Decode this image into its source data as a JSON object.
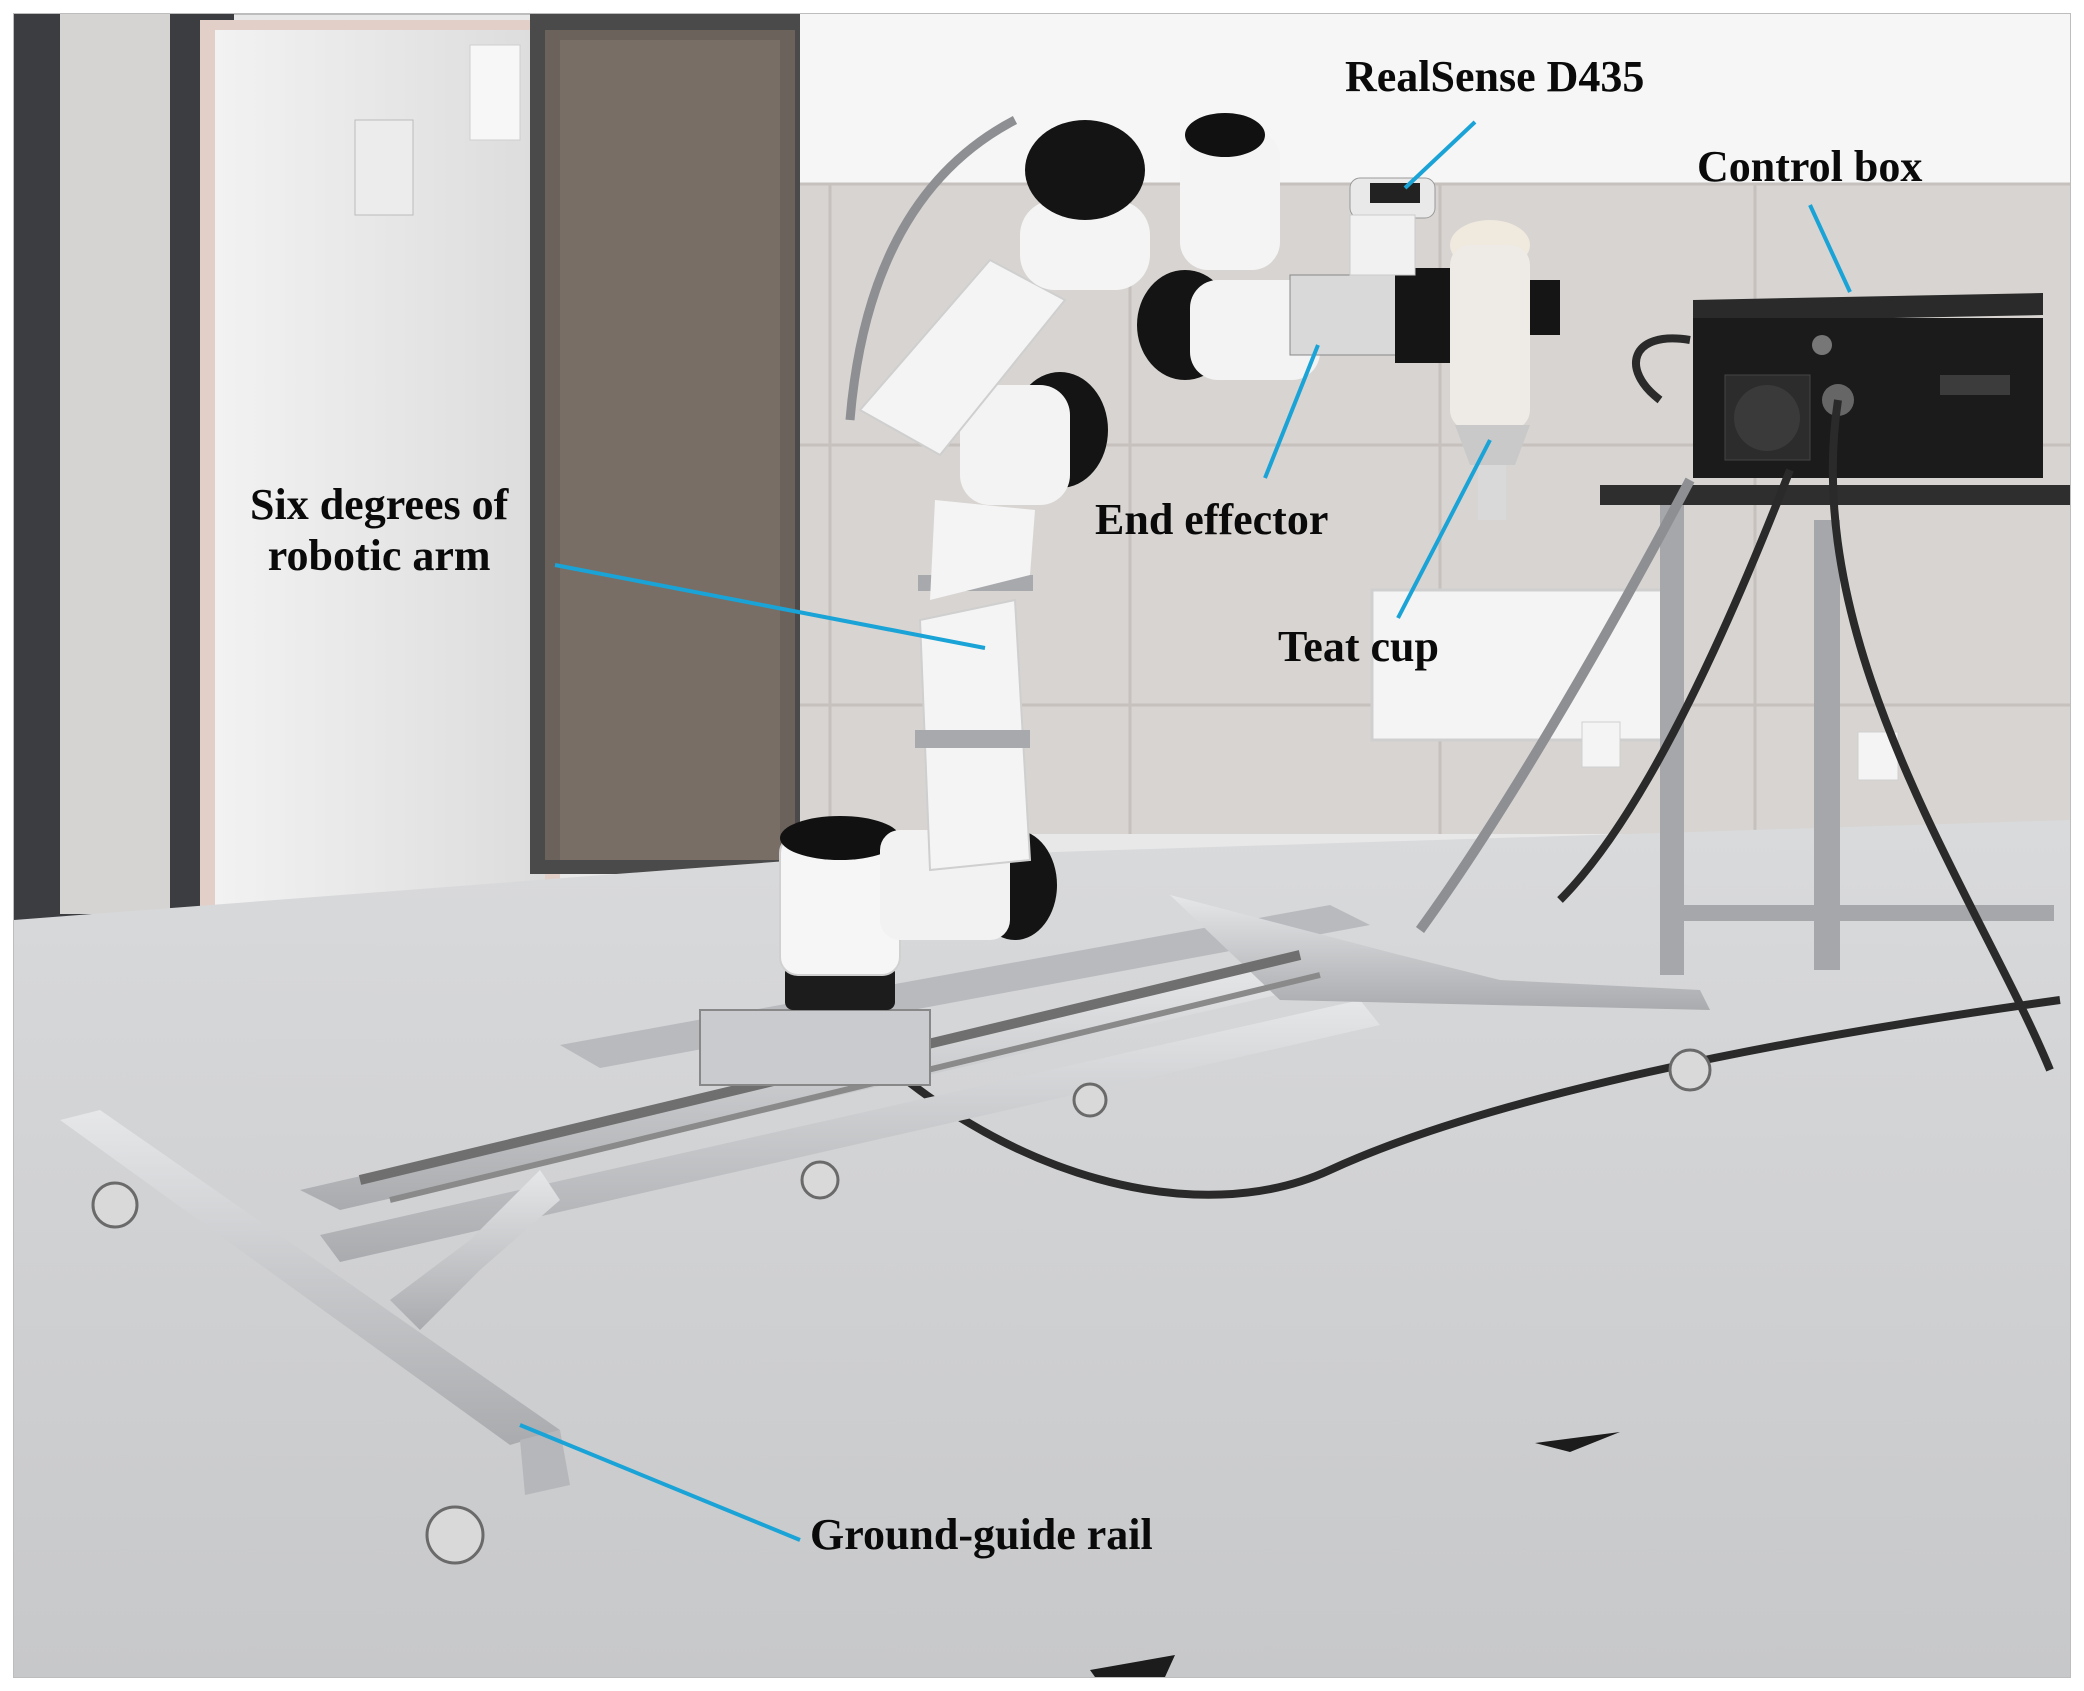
{
  "annotations": {
    "realsense": "RealSense D435",
    "control_box": "Control box",
    "arm_line1": "Six degrees of",
    "arm_line2": "robotic arm",
    "end_effector": "End effector",
    "teat_cup": "Teat cup",
    "rail": "Ground-guide rail"
  },
  "colors": {
    "leader_line": "#1aa3d6",
    "label_text": "#0a0a0a"
  }
}
